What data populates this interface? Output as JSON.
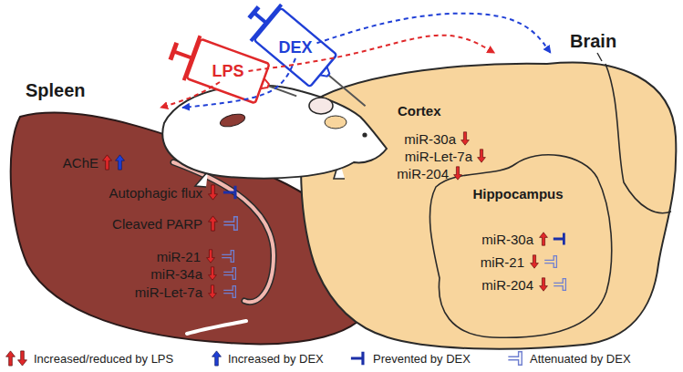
{
  "diagram": {
    "nodes": [
      {
        "text": [
          "Spleen",
          "AChE",
          "Autophagic flux",
          "Cleaved PARP",
          "miR-21",
          "miR-34a",
          "miR-Let-7a"
        ]
      },
      {
        "text": [
          "LPS"
        ]
      },
      {
        "text": [
          "DEX"
        ]
      },
      {
        "text": [
          "Brain",
          "Cortex",
          "miR-30a",
          "miR-Let-7a",
          "miR-204"
        ]
      },
      {
        "text": [
          "Hippocampus",
          "miR-30a",
          "miR-21",
          "miR-204"
        ],
        "in": 3
      }
    ],
    "edges": [
      {
        "from": 1,
        "to": 0,
        "arrow": "to"
      },
      {
        "from": 2,
        "to": 0,
        "arrow": "to"
      },
      {
        "from": 1,
        "to": 3,
        "arrow": "to"
      },
      {
        "from": 2,
        "to": 3,
        "arrow": "to"
      }
    ],
    "legend": [
      {
        "text": "Increased/reduced by LPS"
      },
      {
        "text": "Increased by DEX"
      },
      {
        "text": "Prevented by DEX"
      },
      {
        "text": "Attenuated by DEX"
      }
    ]
  }
}
